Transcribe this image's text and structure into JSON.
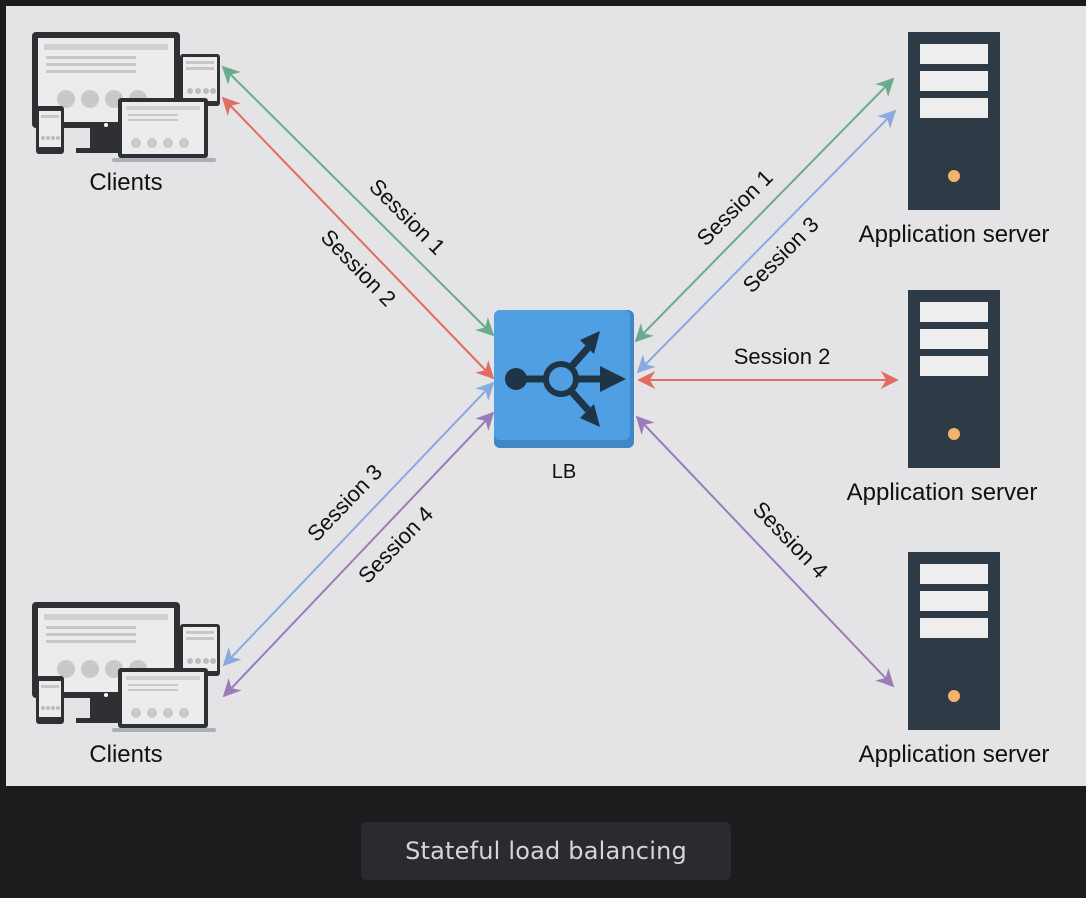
{
  "diagram": {
    "client_label_top": "Clients",
    "client_label_bottom": "Clients",
    "lb_label": "LB",
    "server_label_1": "Application server",
    "server_label_2": "Application server",
    "server_label_3": "Application server",
    "sessions": {
      "client_session_1": "Session 1",
      "client_session_2": "Session 2",
      "client_session_3": "Session 3",
      "client_session_4": "Session 4",
      "server_session_1": "Session 1",
      "server_session_3": "Session 3",
      "server_session_2": "Session 2",
      "server_session_4": "Session 4"
    },
    "colors": {
      "session_1": "#6aab8e",
      "session_2": "#e06c63",
      "session_3": "#8aa9df",
      "session_4": "#9b7cb8",
      "lb_blue": "#4f9fe2",
      "server_dark": "#2e3a45",
      "server_led": "#f2b46b"
    }
  },
  "caption": "Stateful load balancing"
}
